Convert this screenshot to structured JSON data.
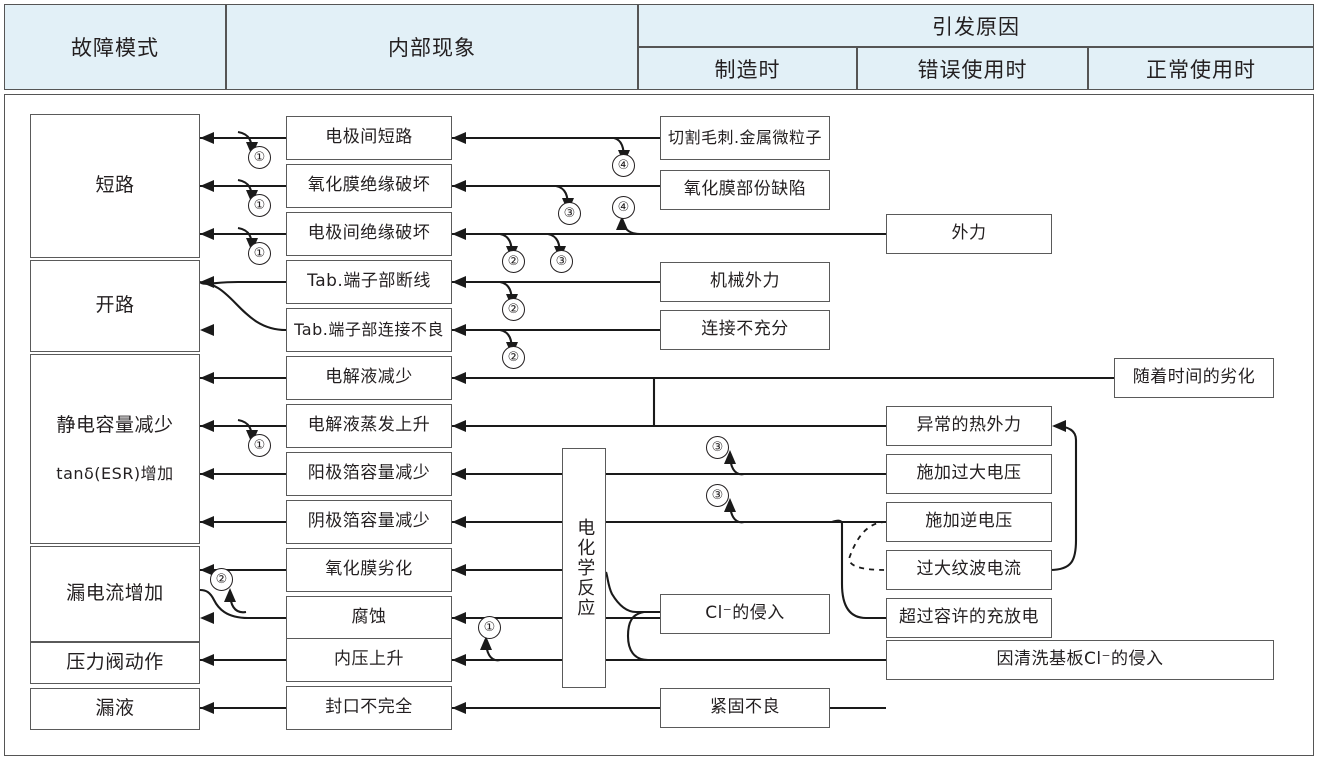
{
  "header": {
    "col1": "故障模式",
    "col2": "内部现象",
    "col3_group": "引发原因",
    "col3_a": "制造时",
    "col3_b": "错误使用时",
    "col3_c": "正常使用时"
  },
  "failure_modes": [
    {
      "label": "短路"
    },
    {
      "label": "开路"
    },
    {
      "label": "静电容量减少",
      "label2": "tanδ(ESR)增加"
    },
    {
      "label": "漏电流增加"
    },
    {
      "label": "压力阀动作"
    },
    {
      "label": "漏液"
    }
  ],
  "internal_phenomena": [
    {
      "label": "电极间短路"
    },
    {
      "label": "氧化膜绝缘破坏"
    },
    {
      "label": "电极间绝缘破坏"
    },
    {
      "label": "Tab.端子部断线"
    },
    {
      "label": "Tab.端子部连接不良"
    },
    {
      "label": "电解液减少"
    },
    {
      "label": "电解液蒸发上升"
    },
    {
      "label": "阳极箔容量减少"
    },
    {
      "label": "阴极箔容量减少"
    },
    {
      "label": "氧化膜劣化"
    },
    {
      "label": "腐蚀"
    },
    {
      "label": "内压上升"
    },
    {
      "label": "封口不完全"
    }
  ],
  "reaction_box": {
    "label": "电化学反应"
  },
  "causes_manufacturing": [
    {
      "label": "切割毛刺.金属微粒子"
    },
    {
      "label": "氧化膜部份缺陷"
    },
    {
      "label": "机械外力"
    },
    {
      "label": "连接不充分"
    },
    {
      "label": "Cl⁻的侵入"
    },
    {
      "label": "紧固不良"
    }
  ],
  "causes_misuse": [
    {
      "label": "外力"
    },
    {
      "label": "异常的热外力"
    },
    {
      "label": "施加过大电压"
    },
    {
      "label": "施加逆电压"
    },
    {
      "label": "过大纹波电流"
    },
    {
      "label": "超过容许的充放电"
    },
    {
      "label": "因清洗基板Cl⁻的侵入"
    }
  ],
  "causes_normal": [
    {
      "label": "随着时间的劣化"
    }
  ],
  "markers": [
    {
      "n": "①"
    },
    {
      "n": "①"
    },
    {
      "n": "①"
    },
    {
      "n": "①"
    },
    {
      "n": "①"
    },
    {
      "n": "②"
    },
    {
      "n": "②"
    },
    {
      "n": "②"
    },
    {
      "n": "②"
    },
    {
      "n": "③"
    },
    {
      "n": "③"
    },
    {
      "n": "③"
    },
    {
      "n": "③"
    },
    {
      "n": "④"
    },
    {
      "n": "④"
    }
  ],
  "colors": {
    "header_bg": "#e2f0f7",
    "border": "#555555",
    "box_border": "#5a5a5a",
    "line": "#1a1a1a",
    "text": "#231f20"
  }
}
